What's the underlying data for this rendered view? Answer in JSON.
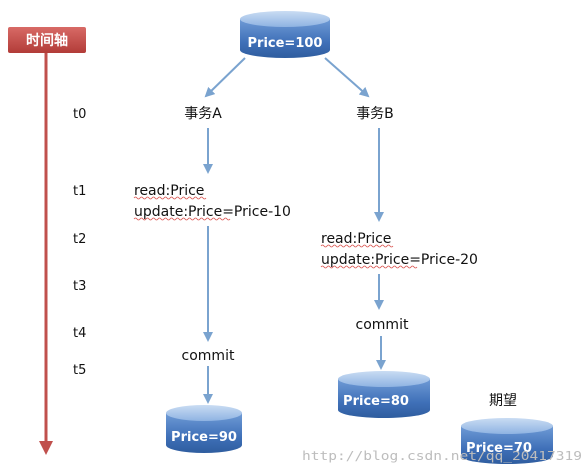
{
  "timeline": {
    "title": "时间轴",
    "ticks": [
      "t0",
      "t1",
      "t2",
      "t3",
      "t4",
      "t5"
    ]
  },
  "db_top": {
    "label": "Price=100"
  },
  "txA": {
    "name": "事务A",
    "read": "read:Price",
    "update": "update:Price=Price-10",
    "commit": "commit",
    "result": "Price=90"
  },
  "txB": {
    "name": "事务B",
    "read": "read:Price",
    "update": "update:Price=Price-20",
    "commit": "commit",
    "result": "Price=80"
  },
  "expected": {
    "label": "期望",
    "result": "Price=70"
  },
  "watermark": "http://blog.csdn.net/qq_20417319",
  "colors": {
    "timeline_red": "#c0504d",
    "arrow_blue": "#7aa3cf",
    "cylinder_blue": "#4f81bd",
    "cylinder_light": "#9fc0e8"
  }
}
